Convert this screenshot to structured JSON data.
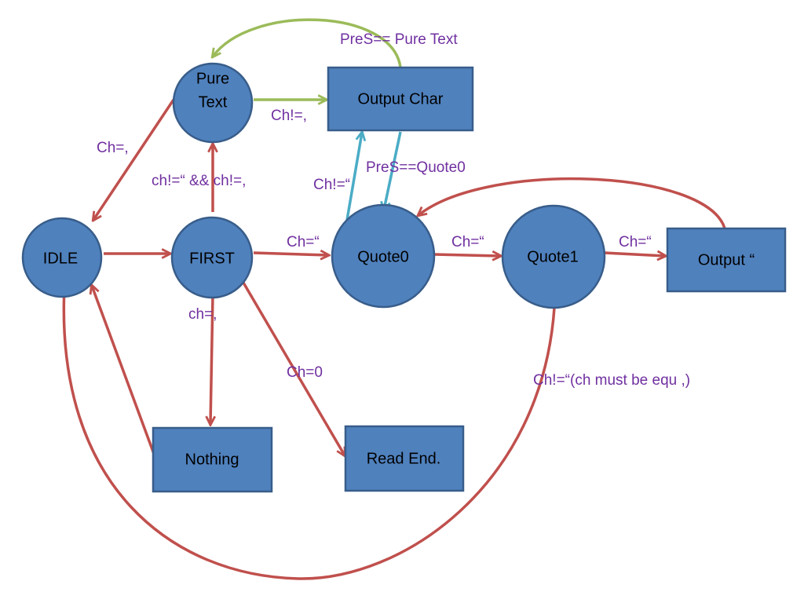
{
  "colors": {
    "node_fill": "#4f81bd",
    "node_stroke": "#385d8a",
    "edge_red": "#c0504d",
    "edge_green": "#9bbb59",
    "edge_cyan": "#4bacc6",
    "label": "#7030a0"
  },
  "nodes": {
    "pure_text": {
      "line1": "Pure",
      "line2": "Text"
    },
    "output_char": "Output Char",
    "idle": "IDLE",
    "first": "FIRST",
    "quote0": "Quote0",
    "quote1": "Quote1",
    "output_quote": "Output “",
    "nothing": "Nothing",
    "read_end": "Read End."
  },
  "edges": {
    "pure_text_to_idle": "Ch=,",
    "first_to_pure_text": "ch!=“ && ch!=,",
    "first_to_quote0": "Ch=“",
    "first_to_nothing": "ch=,",
    "first_to_read_end": "Ch=0",
    "quote0_to_quote1": "Ch=“",
    "quote1_to_output_quote": "Ch=“",
    "quote1_to_idle": "Ch!=“(ch must be equ ,)",
    "pure_text_to_output_char": "Ch!=,",
    "output_char_to_pure_text": "PreS== Pure Text",
    "quote0_to_output_char": "Ch!=“",
    "output_char_to_quote0": "PreS==Quote0"
  }
}
